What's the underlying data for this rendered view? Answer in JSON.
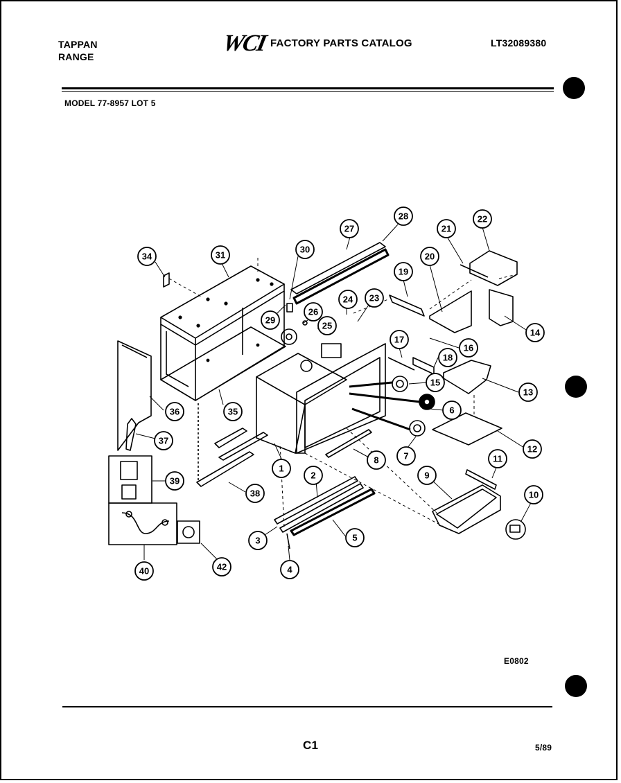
{
  "header": {
    "brand_line1": "TAPPAN",
    "brand_line2": "RANGE",
    "logo_text": "WCI",
    "catalog_title": "FACTORY PARTS CATALOG",
    "catalog_number": "LT32089380",
    "model": "MODEL 77-8957 LOT 5"
  },
  "footer": {
    "drawing_code": "E0802",
    "page_label": "C1",
    "date": "5/89"
  },
  "callouts": [
    {
      "id": "c1",
      "label": "1"
    },
    {
      "id": "c2",
      "label": "2"
    },
    {
      "id": "c3",
      "label": "3"
    },
    {
      "id": "c4",
      "label": "4"
    },
    {
      "id": "c5",
      "label": "5"
    },
    {
      "id": "c6",
      "label": "6"
    },
    {
      "id": "c7",
      "label": "7"
    },
    {
      "id": "c8",
      "label": "8"
    },
    {
      "id": "c9",
      "label": "9"
    },
    {
      "id": "c10",
      "label": "10"
    },
    {
      "id": "c11",
      "label": "11"
    },
    {
      "id": "c12",
      "label": "12"
    },
    {
      "id": "c13",
      "label": "13"
    },
    {
      "id": "c14",
      "label": "14"
    },
    {
      "id": "c15",
      "label": "15"
    },
    {
      "id": "c16",
      "label": "16"
    },
    {
      "id": "c17",
      "label": "17"
    },
    {
      "id": "c18",
      "label": "18"
    },
    {
      "id": "c19",
      "label": "19"
    },
    {
      "id": "c20",
      "label": "20"
    },
    {
      "id": "c21",
      "label": "21"
    },
    {
      "id": "c22",
      "label": "22"
    },
    {
      "id": "c23",
      "label": "23"
    },
    {
      "id": "c24",
      "label": "24"
    },
    {
      "id": "c25",
      "label": "25"
    },
    {
      "id": "c26",
      "label": "26"
    },
    {
      "id": "c27",
      "label": "27"
    },
    {
      "id": "c28",
      "label": "28"
    },
    {
      "id": "c29",
      "label": "29"
    },
    {
      "id": "c30",
      "label": "30"
    },
    {
      "id": "c31",
      "label": "31"
    },
    {
      "id": "c34",
      "label": "34"
    },
    {
      "id": "c35",
      "label": "35"
    },
    {
      "id": "c36",
      "label": "36"
    },
    {
      "id": "c37",
      "label": "37"
    },
    {
      "id": "c38",
      "label": "38"
    },
    {
      "id": "c39",
      "label": "39"
    },
    {
      "id": "c40",
      "label": "40"
    },
    {
      "id": "c42",
      "label": "42"
    }
  ]
}
